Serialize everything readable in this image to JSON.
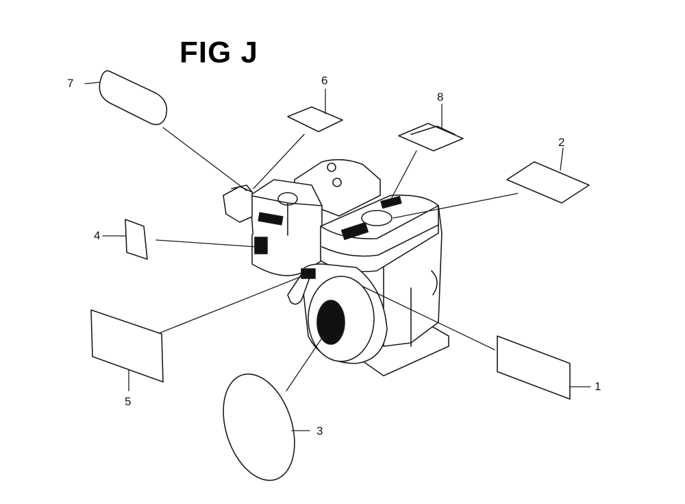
{
  "title": "FIG J",
  "callouts": {
    "c1": "1",
    "c2": "2",
    "c3": "3",
    "c4": "4",
    "c5": "5",
    "c6": "6",
    "c7": "7",
    "c8": "8"
  },
  "colors": {
    "line": "#1a1a1a",
    "fill_dark": "#111111",
    "background": "#ffffff"
  }
}
